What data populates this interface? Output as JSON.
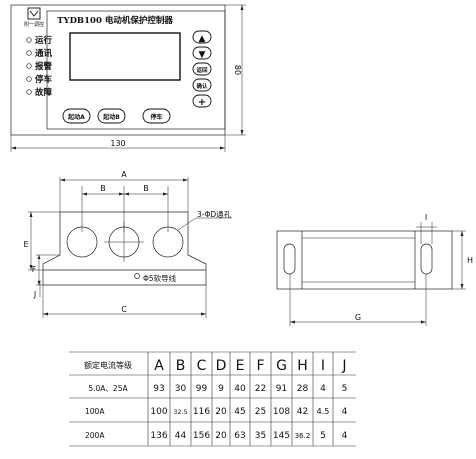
{
  "front_panel": {
    "logo_caption": "附一调控",
    "title": "TYDB100 电动机保护控制器",
    "indicators": [
      "运行",
      "通讯",
      "报警",
      "停车",
      "故障"
    ],
    "bottom_buttons": [
      "起动A",
      "起动B",
      "停车"
    ],
    "side_buttons": [
      "▲",
      "▼",
      "返回",
      "确认",
      "+"
    ],
    "dim_width": "130",
    "dim_height": "80"
  },
  "mount_view": {
    "label_A": "A",
    "label_B1": "B",
    "label_B2": "B",
    "label_C": "C",
    "label_E": "E",
    "label_F": "F",
    "label_J": "J",
    "holes_note": "3-ΦD通孔",
    "wire_note": "Φ5软导线"
  },
  "side_view": {
    "label_G": "G",
    "label_H": "H",
    "label_I": "I"
  },
  "table": {
    "columns": [
      "额定电流等级",
      "A",
      "B",
      "C",
      "D",
      "E",
      "F",
      "G",
      "H",
      "I",
      "J"
    ],
    "rows": [
      [
        "5.0A、25A",
        "93",
        "30",
        "99",
        "9",
        "40",
        "22",
        "91",
        "28",
        "4",
        "5"
      ],
      [
        "100A",
        "100",
        "32.5",
        "116",
        "20",
        "45",
        "25",
        "108",
        "42",
        "4.5",
        "4"
      ],
      [
        "200A",
        "136",
        "44",
        "156",
        "20",
        "63",
        "35",
        "145",
        "36.2",
        "5",
        "4"
      ]
    ]
  }
}
